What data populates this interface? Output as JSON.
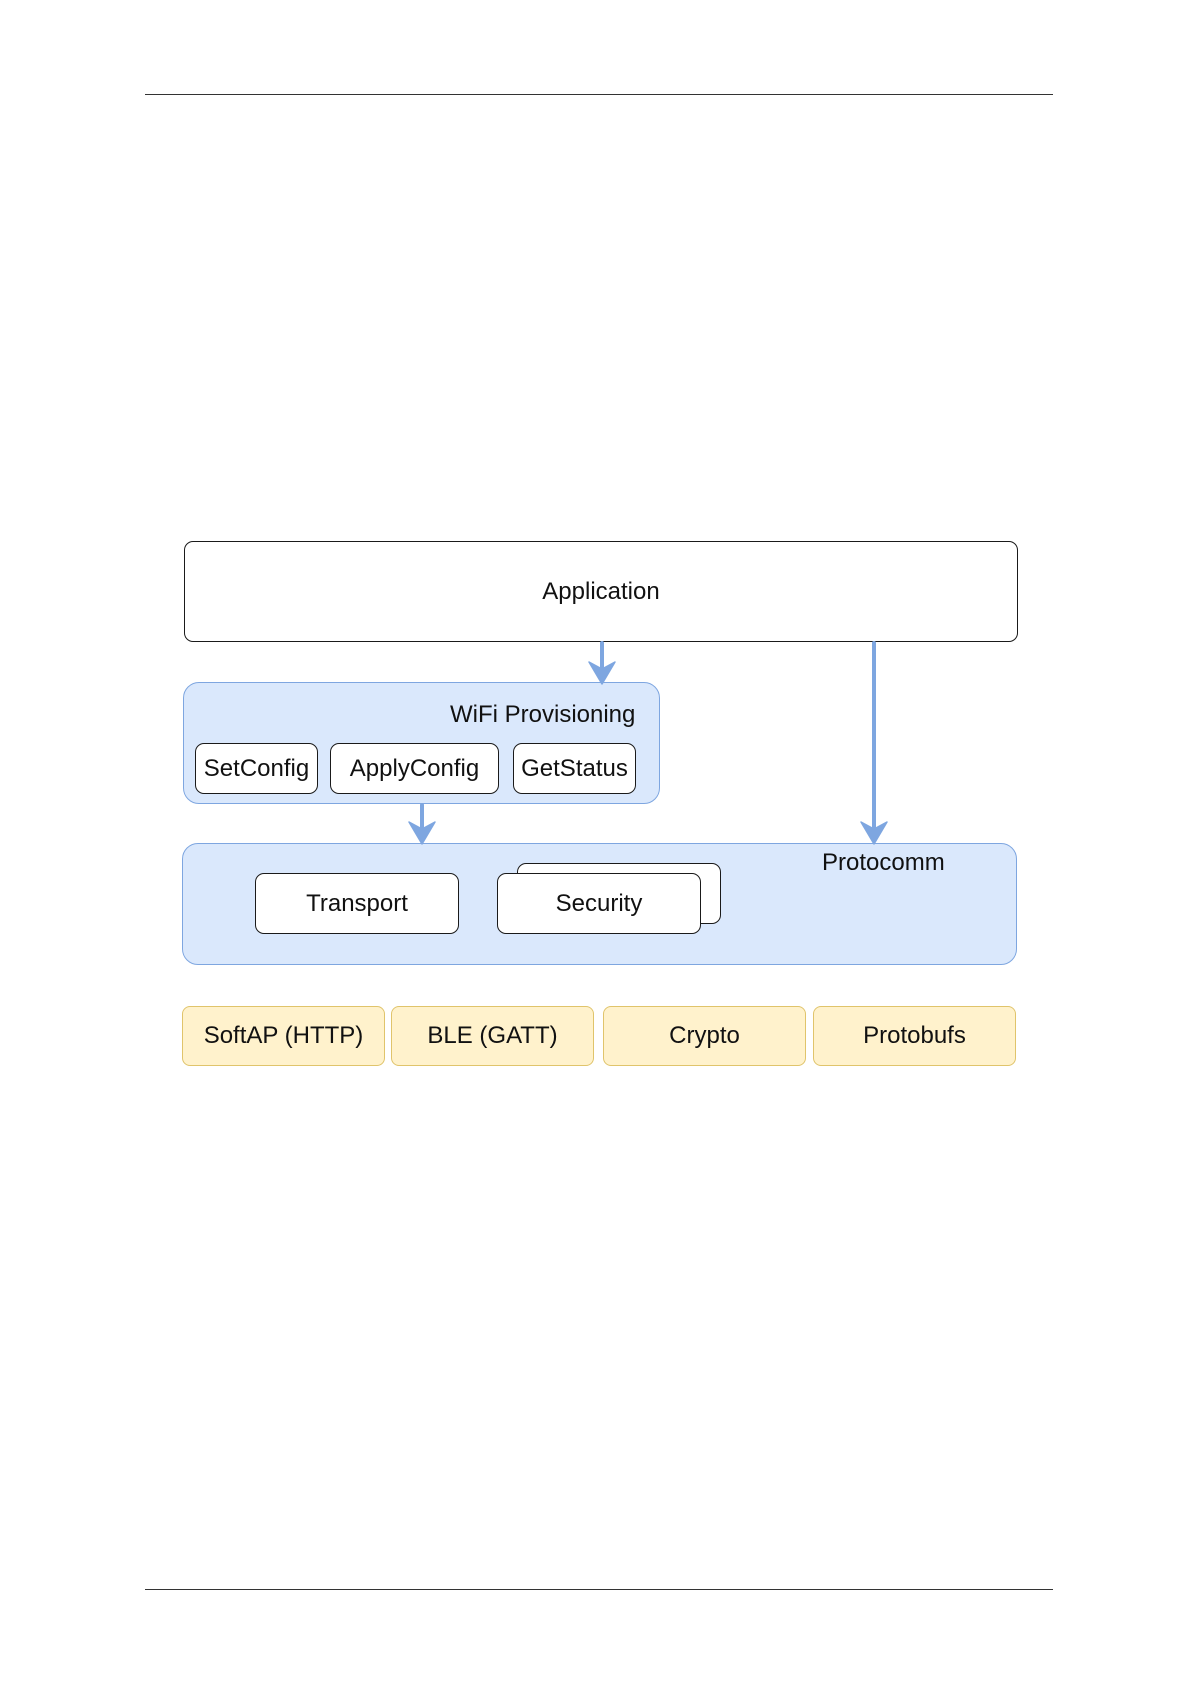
{
  "diagram": {
    "application": {
      "label": "Application"
    },
    "wifi_provisioning": {
      "label": "WiFi Provisioning",
      "items": [
        "SetConfig",
        "ApplyConfig",
        "GetStatus"
      ]
    },
    "protocomm": {
      "label": "Protocomm",
      "transport": "Transport",
      "security": "Security"
    },
    "libraries": [
      "SoftAP (HTTP)",
      "BLE (GATT)",
      "Crypto",
      "Protobufs"
    ],
    "colors": {
      "arrow": "#7ea6e0",
      "blue_fill": "#dae8fc",
      "blue_stroke": "#7ea6e0",
      "yellow_fill": "#fff2cc",
      "yellow_stroke": "#e0c46b"
    }
  }
}
